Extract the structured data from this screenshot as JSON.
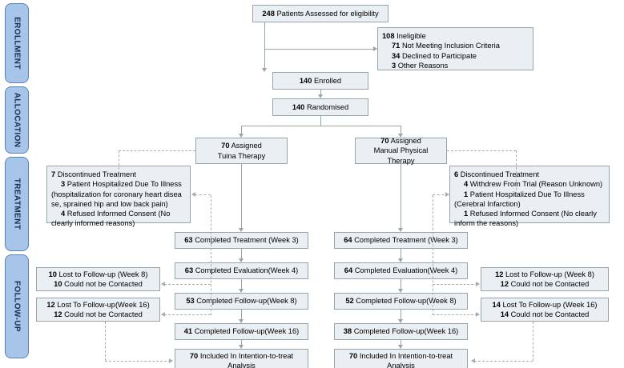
{
  "phases": [
    {
      "label": "EROLLMENT"
    },
    {
      "label": "ALLOCATION"
    },
    {
      "label": "TREATMENT"
    },
    {
      "label": "FOLLOW-UP"
    }
  ],
  "enrollment": {
    "assessed_n": "248",
    "assessed_text": "Patients Assessed for eligibility",
    "ineligible_n": "108",
    "ineligible_text": "Ineligible",
    "ineligible_reasons": [
      {
        "n": "71",
        "text": "Not Meeting Inclusion Criteria"
      },
      {
        "n": "34",
        "text": "Declined to Participate"
      },
      {
        "n": "3",
        "text": "Other Reasons"
      }
    ],
    "enrolled_n": "140",
    "enrolled_text": "Enrolled"
  },
  "allocation": {
    "randomised_n": "140",
    "randomised_text": "Randomised",
    "left_n": "70",
    "left_line1": "Assigned",
    "left_line2": "Tuina Therapy",
    "right_n": "70",
    "right_line1": "Assigned",
    "right_line2": "Manual Physical Therapy"
  },
  "treatment": {
    "left_discontinued": {
      "n": "7",
      "text": "Discontinued Treatment",
      "items": [
        {
          "n": "3",
          "text": "Patient Hospitalized Due To Illness"
        },
        {
          "n": "",
          "text": "(hospitalization for coronary heart disea"
        },
        {
          "n": "",
          "text": "se, sprained hip and low back pain)"
        },
        {
          "n": "4",
          "text": "Refused Informed Consent (No"
        },
        {
          "n": "",
          "text": "clearly informed reasons)"
        }
      ]
    },
    "right_discontinued": {
      "n": "6",
      "text": "Discontinued Treatment",
      "items": [
        {
          "n": "4",
          "text": "Withdrew From Trial (Reason Unknown)"
        },
        {
          "n": "1",
          "text": "Patient Hospitalized Due To Illness"
        },
        {
          "n": "",
          "text": "(Cerebral Infarction)"
        },
        {
          "n": "1",
          "text": "Refused Informed Consent (No clearly"
        },
        {
          "n": "",
          "text": "inform the reasons)"
        }
      ]
    },
    "left_completed_n": "63",
    "left_completed_text": "Completed Treatment (Week 3)",
    "right_completed_n": "64",
    "right_completed_text": "Completed Treatment (Week 3)"
  },
  "followup": {
    "left_eval_n": "63",
    "left_eval_text": "Completed Evaluation(Week 4)",
    "right_eval_n": "64",
    "right_eval_text": "Completed Evaluation(Week 4)",
    "left_fu8_n": "53",
    "left_fu8_text": "Completed Follow-up(Week 8)",
    "right_fu8_n": "52",
    "right_fu8_text": "Completed Follow-up(Week 8)",
    "left_fu16_n": "41",
    "left_fu16_text": "Completed Follow-up(Week 16)",
    "right_fu16_n": "38",
    "right_fu16_text": "Completed Follow-up(Week 16)",
    "left_lost8": {
      "n": "10",
      "text": "Lost to Follow-up (Week 8)",
      "n2": "10",
      "text2": "Could not be Contacted"
    },
    "left_lost16": {
      "n": "12",
      "text": "Lost To Follow-up(Week 16)",
      "n2": "12",
      "text2": "Could not be Contacted"
    },
    "right_lost8": {
      "n": "12",
      "text": "Lost to Follow-up (Week 8)",
      "n2": "12",
      "text2": "Could not be Contacted"
    },
    "right_lost16": {
      "n": "14",
      "text": "Lost To Follow-up (Week 16)",
      "n2": "14",
      "text2": "Could not be Contacted"
    }
  },
  "analysis": {
    "left_n": "70",
    "left_line1": "Included In Intention-to-treat",
    "left_line2": "Analysis",
    "right_n": "70",
    "right_line1": "Included In Intention-to-treat",
    "right_line2": "Analysis"
  },
  "colors": {
    "phase_fill": "#a7c5e8",
    "phase_border": "#5b84b1",
    "box_fill": "#e9eff2",
    "box_border": "#9aa3a8",
    "connector": "#9aa3a8",
    "dashed": "#a6aeb3"
  }
}
